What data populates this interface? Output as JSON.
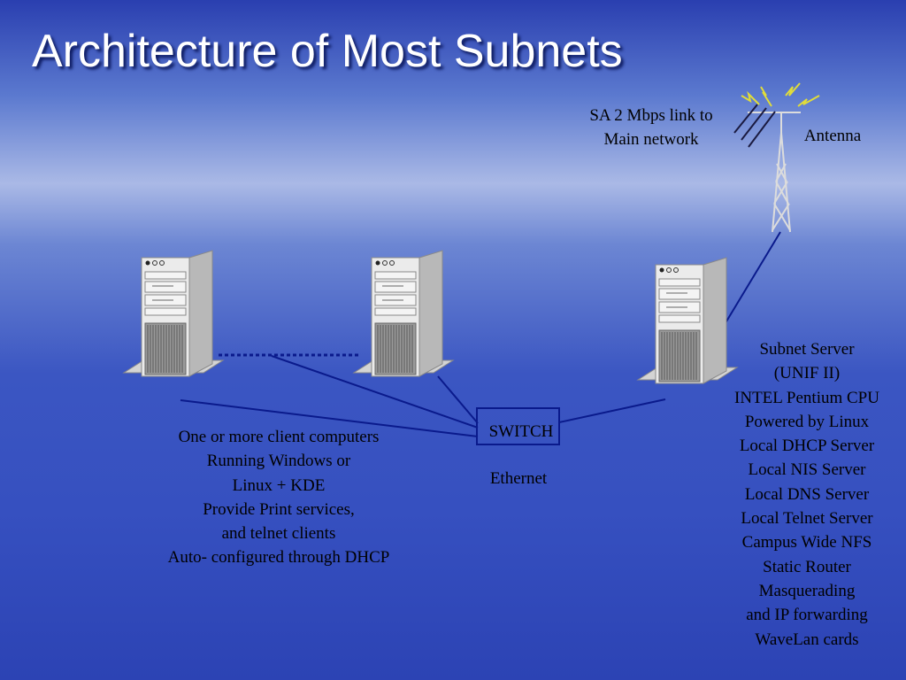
{
  "title": "Architecture of Most Subnets",
  "link_label": [
    "SA  2 Mbps link to",
    "Main network"
  ],
  "antenna_label": "Antenna",
  "switch_label": "SWITCH",
  "ethernet_label": "Ethernet",
  "client_description": [
    "One or more client computers",
    "Running Windows or",
    "Linux + KDE",
    "Provide Print services,",
    "and telnet clients",
    "Auto- configured through DHCP"
  ],
  "server_description": [
    "Subnet Server",
    "(UNIF II)",
    "INTEL Pentium CPU",
    "Powered by Linux",
    "Local DHCP Server",
    " Local NIS Server",
    "Local DNS Server",
    "Local Telnet Server",
    "Campus Wide NFS",
    "Static Router",
    "Masquerading",
    "and IP forwarding",
    "WaveLan cards"
  ],
  "colors": {
    "title": "#ffffff",
    "line": "#0a1a8c",
    "text": "#000000",
    "tower": "#e8e8e8",
    "lightning": "#e0dc3a"
  },
  "icons": [
    "server-tower-icon",
    "antenna-icon",
    "lightning-icon",
    "switch-box"
  ]
}
